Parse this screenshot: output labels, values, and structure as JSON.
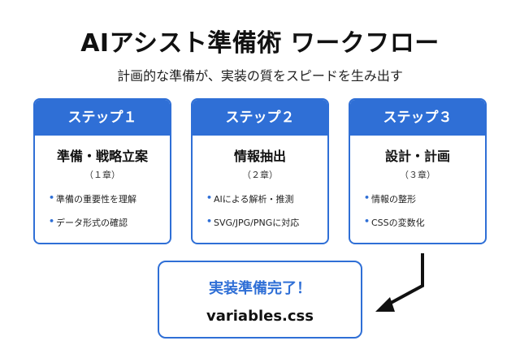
{
  "title": "AIアシスト準備術 ワークフロー",
  "subtitle": "計画的な準備が、実装の質をスピードを生み出す",
  "steps": [
    {
      "label": "ステップ１",
      "heading": "準備・戦略立案",
      "chapter": "（１章）",
      "items": [
        "準備の重要性を理解",
        "データ形式の確認"
      ]
    },
    {
      "label": "ステップ２",
      "heading": "情報抽出",
      "chapter": "（２章）",
      "items": [
        "AIによる解析・推測",
        "SVG/JPG/PNGに対応"
      ]
    },
    {
      "label": "ステップ３",
      "heading": "設計・計画",
      "chapter": "（３章）",
      "items": [
        "情報の整形",
        "CSSの変数化"
      ]
    }
  ],
  "result": {
    "heading": "実装準備完了！",
    "file": "variables.css"
  },
  "colors": {
    "accent": "#2f6fd6",
    "text": "#111111",
    "arrow": "#111111"
  },
  "icons": {
    "bullet": "bullet-dot-icon",
    "arrow": "arrow-down-left-icon"
  }
}
